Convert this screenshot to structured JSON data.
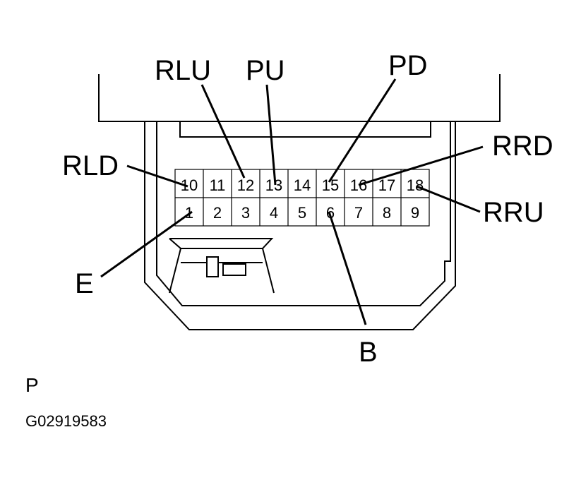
{
  "connector": {
    "pins_top_row": [
      "10",
      "11",
      "12",
      "13",
      "14",
      "15",
      "16",
      "17",
      "18"
    ],
    "pins_bottom_row": [
      "1",
      "2",
      "3",
      "4",
      "5",
      "6",
      "7",
      "8",
      "9"
    ]
  },
  "callouts": {
    "rlu": "RLU",
    "pu": "PU",
    "pd": "PD",
    "rrd": "RRD",
    "rld": "RLD",
    "rru": "RRU",
    "e": "E",
    "b": "B"
  },
  "view_label": "P",
  "figure_code": "G02919583",
  "colors": {
    "line": "#000000",
    "background": "#ffffff"
  }
}
